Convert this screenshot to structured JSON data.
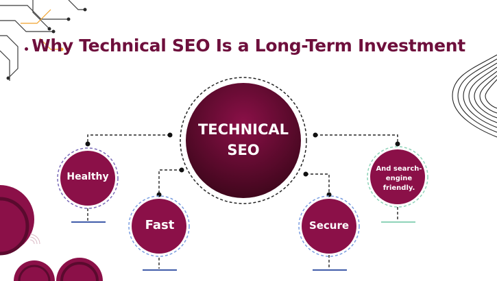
{
  "title": "Why Technical SEO Is a Long-Term Investment",
  "center": {
    "line1": "TECHNICAL",
    "line2": "SEO"
  },
  "nodes": {
    "healthy": "Healthy",
    "fast": "Fast",
    "secure": "Secure",
    "search": {
      "line1": "And search-",
      "line2": "engine",
      "line3": "friendly."
    }
  },
  "colors": {
    "primary": "#8b1048",
    "dark": "#3a0619",
    "title": "#6e0f3c",
    "circuit_orange": "#f0a12a",
    "underline_blue": "#3f5ba9",
    "underline_green": "#8ed3b8"
  }
}
